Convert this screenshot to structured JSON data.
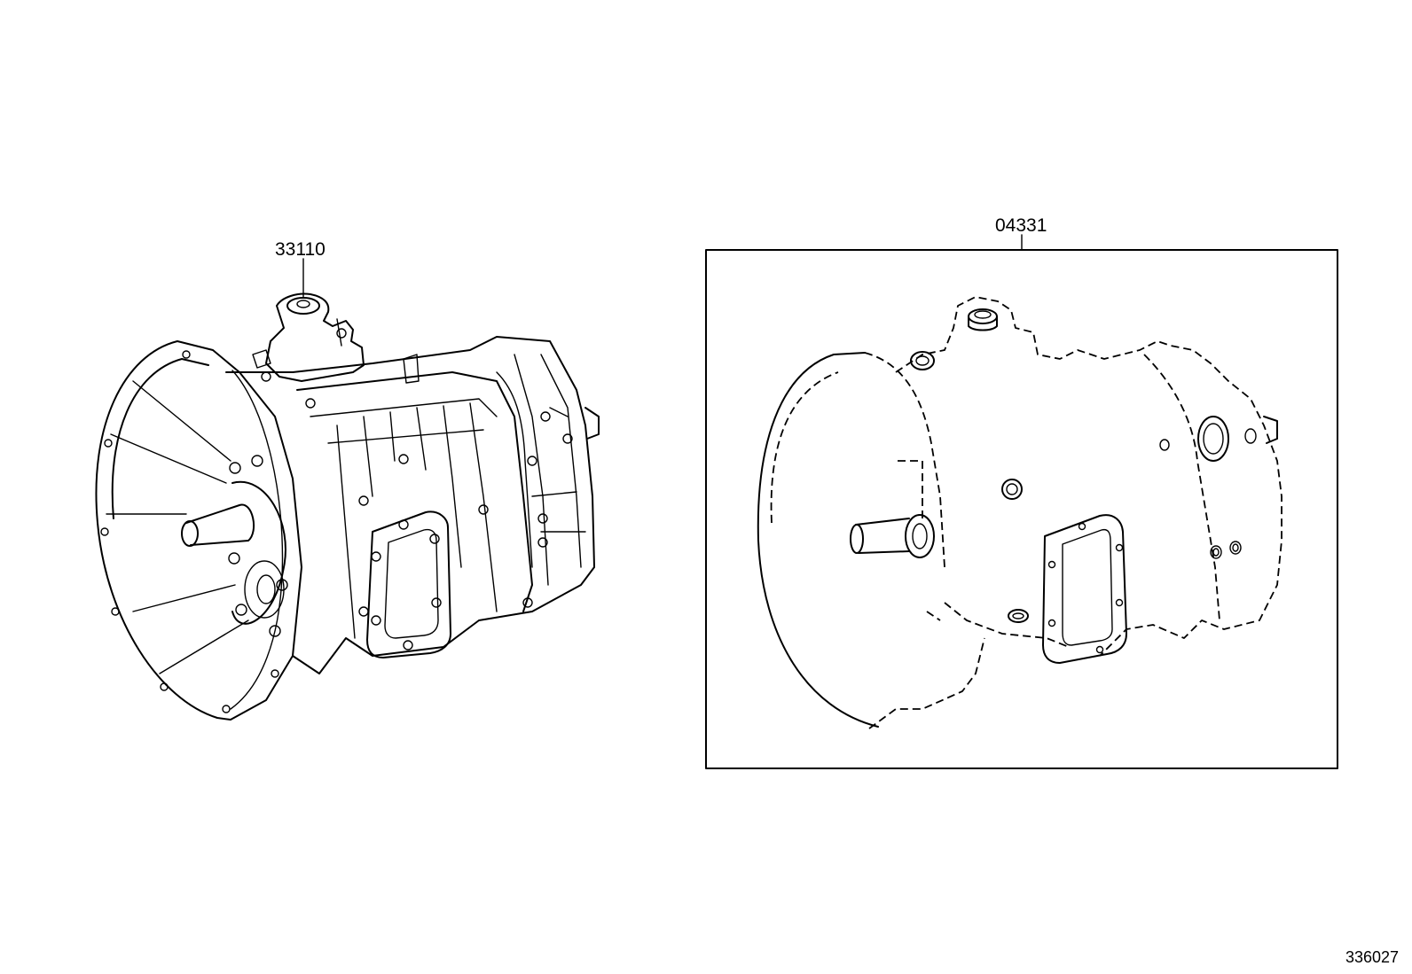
{
  "diagram": {
    "parts": [
      {
        "number": "33110"
      },
      {
        "number": "04331"
      }
    ],
    "figure_number": "336027"
  }
}
